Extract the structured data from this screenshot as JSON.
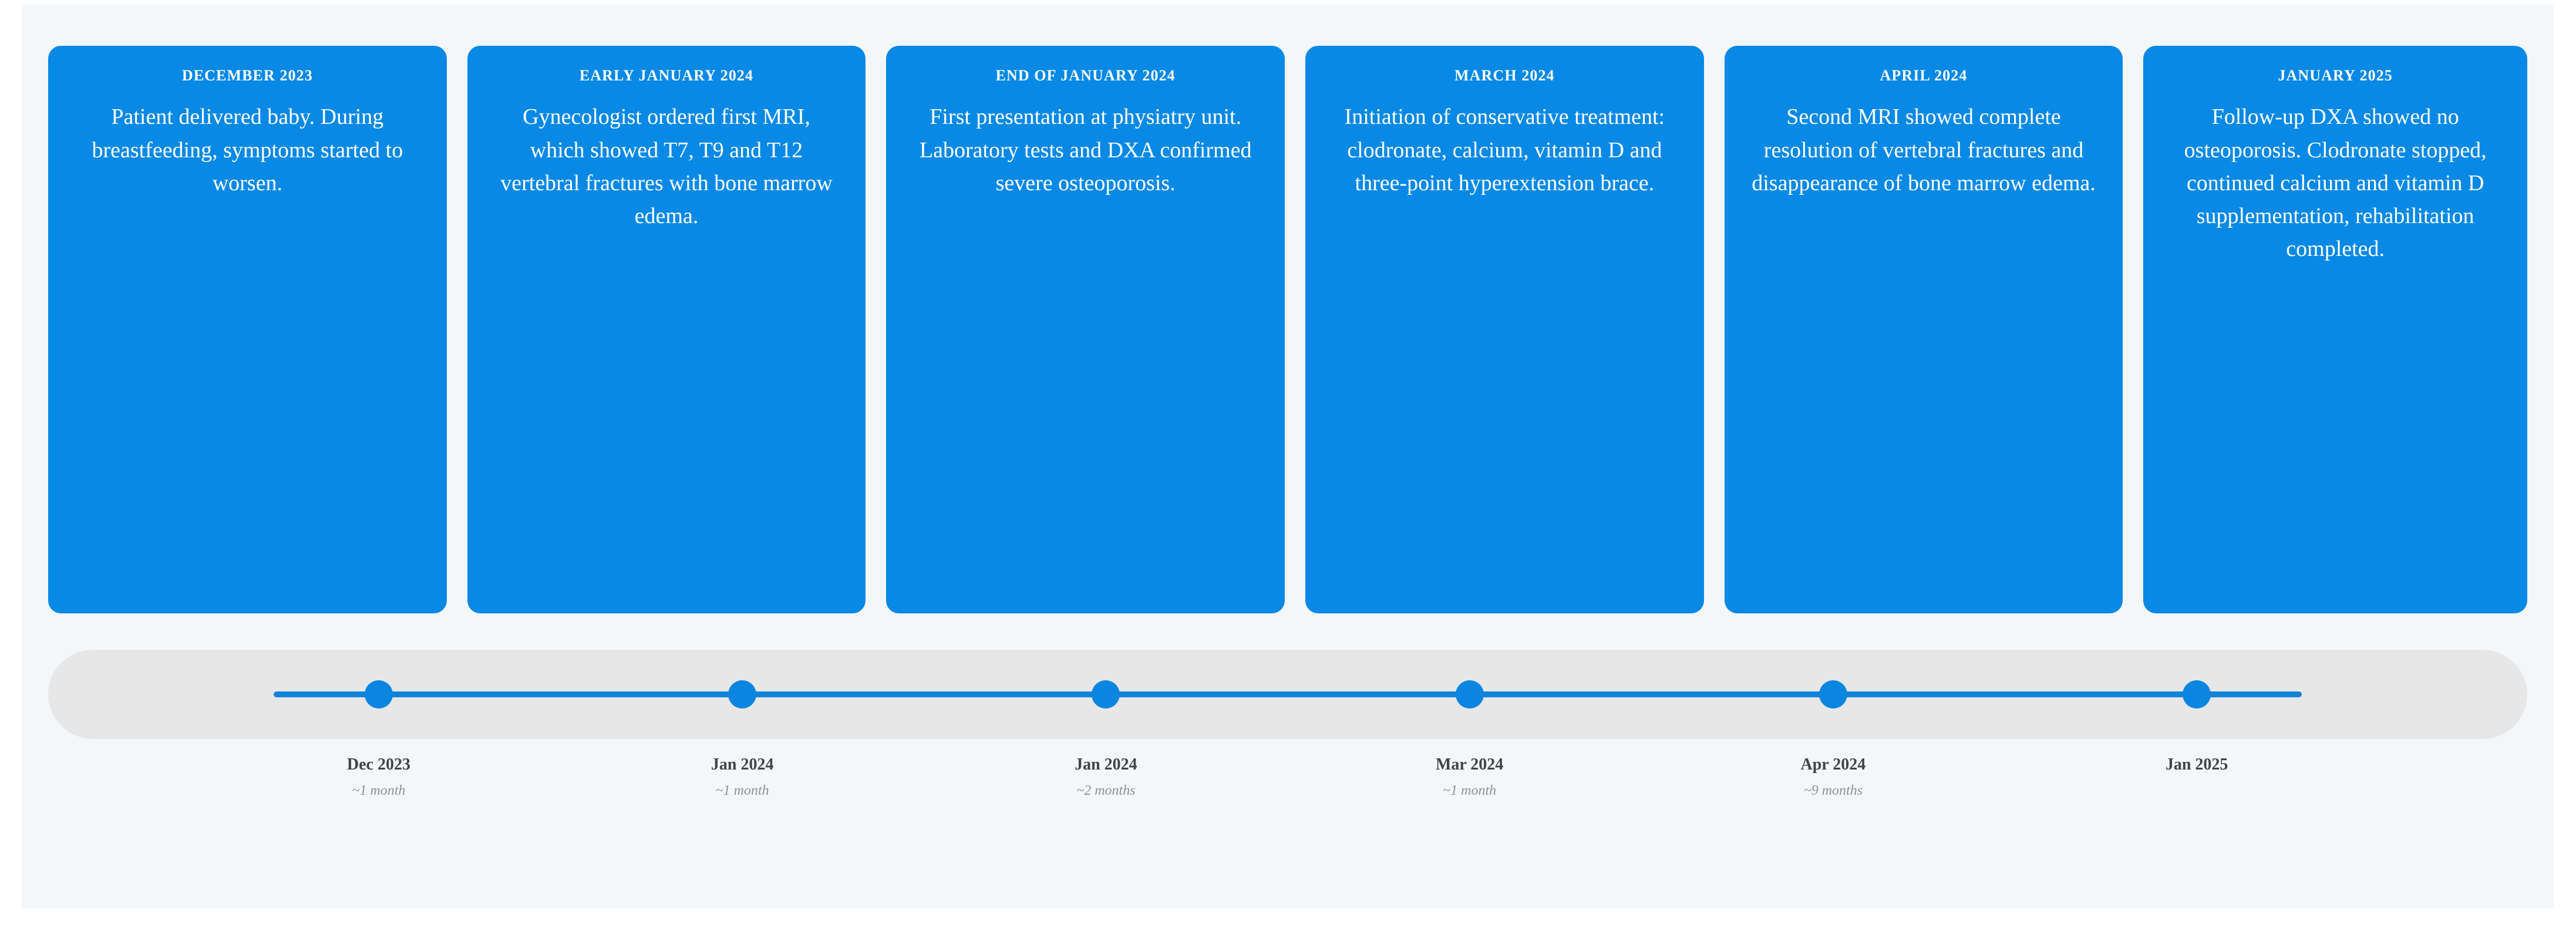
{
  "theme": {
    "page_background": "#ffffff",
    "panel_background": "#f4f7fa",
    "card_color": "#0789e5",
    "card_text_color": "#ffffff",
    "track_color": "#e7e7e7",
    "line_color": "#1283d8",
    "dot_color": "#0b86e0",
    "label_date_color": "#3f4448",
    "label_gap_color": "#8d9296"
  },
  "events": [
    {
      "date": "DECEMBER 2023",
      "body": "Patient delivered baby. During breastfeeding, symptoms started to worsen."
    },
    {
      "date": "EARLY JANUARY 2024",
      "body": "Gynecologist ordered first MRI, which showed T7, T9 and T12 vertebral fractures with bone marrow edema."
    },
    {
      "date": "END OF JANUARY 2024",
      "body": "First presentation at physiatry unit. Laboratory tests and DXA confirmed severe osteoporosis."
    },
    {
      "date": "MARCH 2024",
      "body": "Initiation of conservative treatment: clodronate, calcium, vitamin D and three-point hyperextension brace."
    },
    {
      "date": "APRIL 2024",
      "body": "Second MRI showed complete resolution of vertebral fractures and disappearance of bone marrow edema."
    },
    {
      "date": "JANUARY 2025",
      "body": "Follow-up DXA showed no osteoporosis. Clodronate stopped, continued calcium and vitamin D supplementation, rehabilitation completed."
    }
  ],
  "milestones": [
    {
      "date": "Dec 2023",
      "gap": "~1 month"
    },
    {
      "date": "Jan 2024",
      "gap": "~1 month"
    },
    {
      "date": "Jan 2024",
      "gap": "~2 months"
    },
    {
      "date": "Mar 2024",
      "gap": "~1 month"
    },
    {
      "date": "Apr 2024",
      "gap": "~9 months"
    },
    {
      "date": "Jan 2025",
      "gap": ""
    }
  ]
}
